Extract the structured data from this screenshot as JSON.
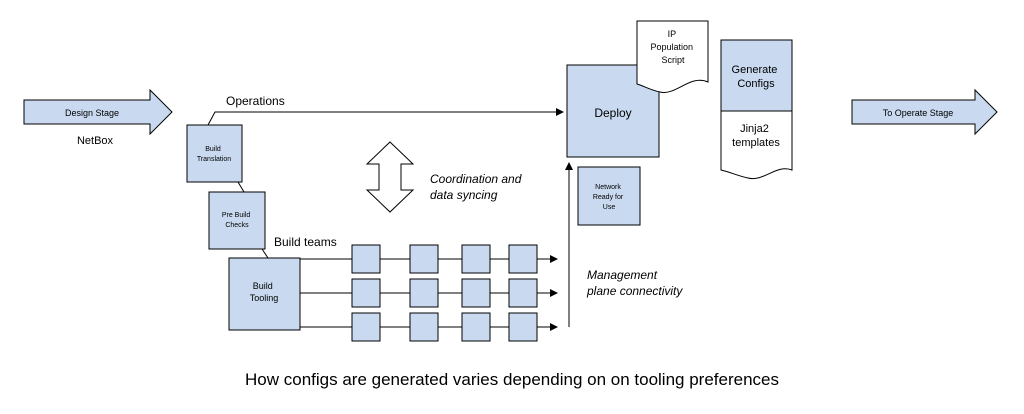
{
  "colors": {
    "box_fill": "#c9daf0",
    "stroke": "#000000",
    "background": "#ffffff"
  },
  "design_stage": {
    "label": "Design Stage",
    "sublabel": "NetBox"
  },
  "operate_stage": {
    "label": "To Operate Stage"
  },
  "operations_label": "Operations",
  "build_translation": [
    "Build",
    "Translation"
  ],
  "pre_build_checks": [
    "Pre Build",
    "Checks"
  ],
  "build_teams_label": "Build teams",
  "build_tooling": [
    "Build",
    "Tooling"
  ],
  "coordination": [
    "Coordination and",
    "data syncing"
  ],
  "management": [
    "Management",
    "plane connectivity"
  ],
  "network_ready": [
    "Network",
    "Ready for",
    "Use"
  ],
  "deploy_label": "Deploy",
  "ip_population": [
    "IP",
    "Population",
    "Script"
  ],
  "generate_configs": [
    "Generate",
    "Configs"
  ],
  "jinja_templates": [
    "Jinja2",
    "templates"
  ],
  "caption": "How configs are generated varies depending on on tooling preferences"
}
